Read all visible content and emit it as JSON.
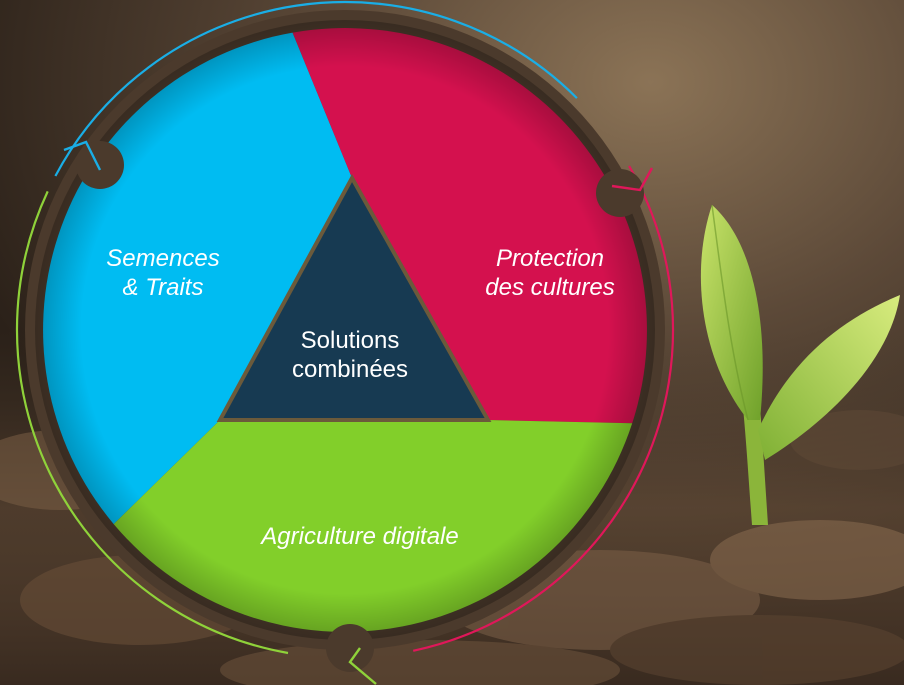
{
  "diagram": {
    "center": {
      "line1": "Solutions",
      "line2": "combinées",
      "color": "#173a52"
    },
    "segments": [
      {
        "id": "seeds",
        "line1": "Semences",
        "line2": "& Traits",
        "color": "#00bcf2",
        "ring_color": "#1aaee6"
      },
      {
        "id": "protection",
        "line1": "Protection",
        "line2": "des cultures",
        "color": "#d4114e",
        "ring_color": "#e0175a"
      },
      {
        "id": "digital",
        "line1": "Agriculture digitale",
        "color": "#82cf2a",
        "ring_color": "#8fd23a"
      }
    ]
  },
  "background": {
    "soil_dark": "#2a2019",
    "soil_light": "#8a6a4c",
    "leaf": "#9cc43a"
  }
}
